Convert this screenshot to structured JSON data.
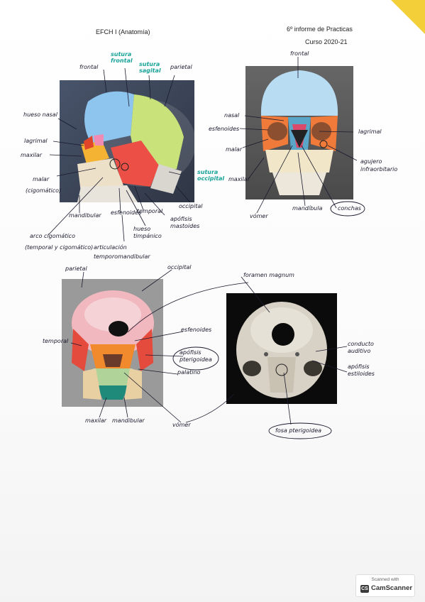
{
  "header": {
    "course": "EFCH I (Anatomía)",
    "report": "6º informe de Practicas",
    "year": "Curso 2020-21"
  },
  "figure1_lateral": {
    "frontal": "frontal",
    "sutura_frontal": "sutura frontal",
    "sutura_sagital": "sutura sagital",
    "parietal": "parietal",
    "hueso_nasal": "hueso nasal",
    "lagrimal": "lagrimal",
    "maxilar": "maxilar",
    "malar": "malar",
    "cigomatico": "(cigomático)",
    "sutura_occipital": "sutura occipital",
    "occipital": "occipital",
    "mandibular": "mandibular",
    "esfenoides": "esfenoides",
    "temporal": "temporal",
    "apofisis_mastoides": "apófisis mastoides",
    "hueso_timpanico": "hueso timpánico",
    "arco_cigomatico": "arco cigomático",
    "arco_note": "(temporal y cigomático)",
    "articulacion": "articulación temporomandibular"
  },
  "figure2_frontal": {
    "frontal": "frontal",
    "nasal": "nasal",
    "esfenoides": "esfenoides",
    "malar": "malar",
    "maxilar": "maxilar",
    "vomer": "vómer",
    "mandibula": "mandíbula",
    "conchas": "conchas",
    "lagrimal": "lagrimal",
    "agujero": "agujero infraorbitario"
  },
  "figure3_inferior": {
    "parietal": "parietal",
    "occipital": "occipital",
    "temporal": "temporal",
    "esfenoides": "esfenoides",
    "apofisis_pterigoidea": "apófisis pterigoidea",
    "palatino": "palatino",
    "maxilar": "maxilar",
    "mandibular": "mandibular",
    "vomer": "vómer"
  },
  "figure4_real": {
    "foramen": "foramen magnum",
    "conducto": "conducto auditivo",
    "apofisis_estiloides": "apófisis estiloides",
    "fosa": "fosa pterigoidea"
  },
  "stamp": {
    "line1": "Scanned with",
    "brand": "CamScanner",
    "logo": "CS"
  },
  "colors": {
    "accent_teal": "#1aa39a",
    "corner": "#f3cf3a",
    "ink": "#1a1a2e"
  }
}
